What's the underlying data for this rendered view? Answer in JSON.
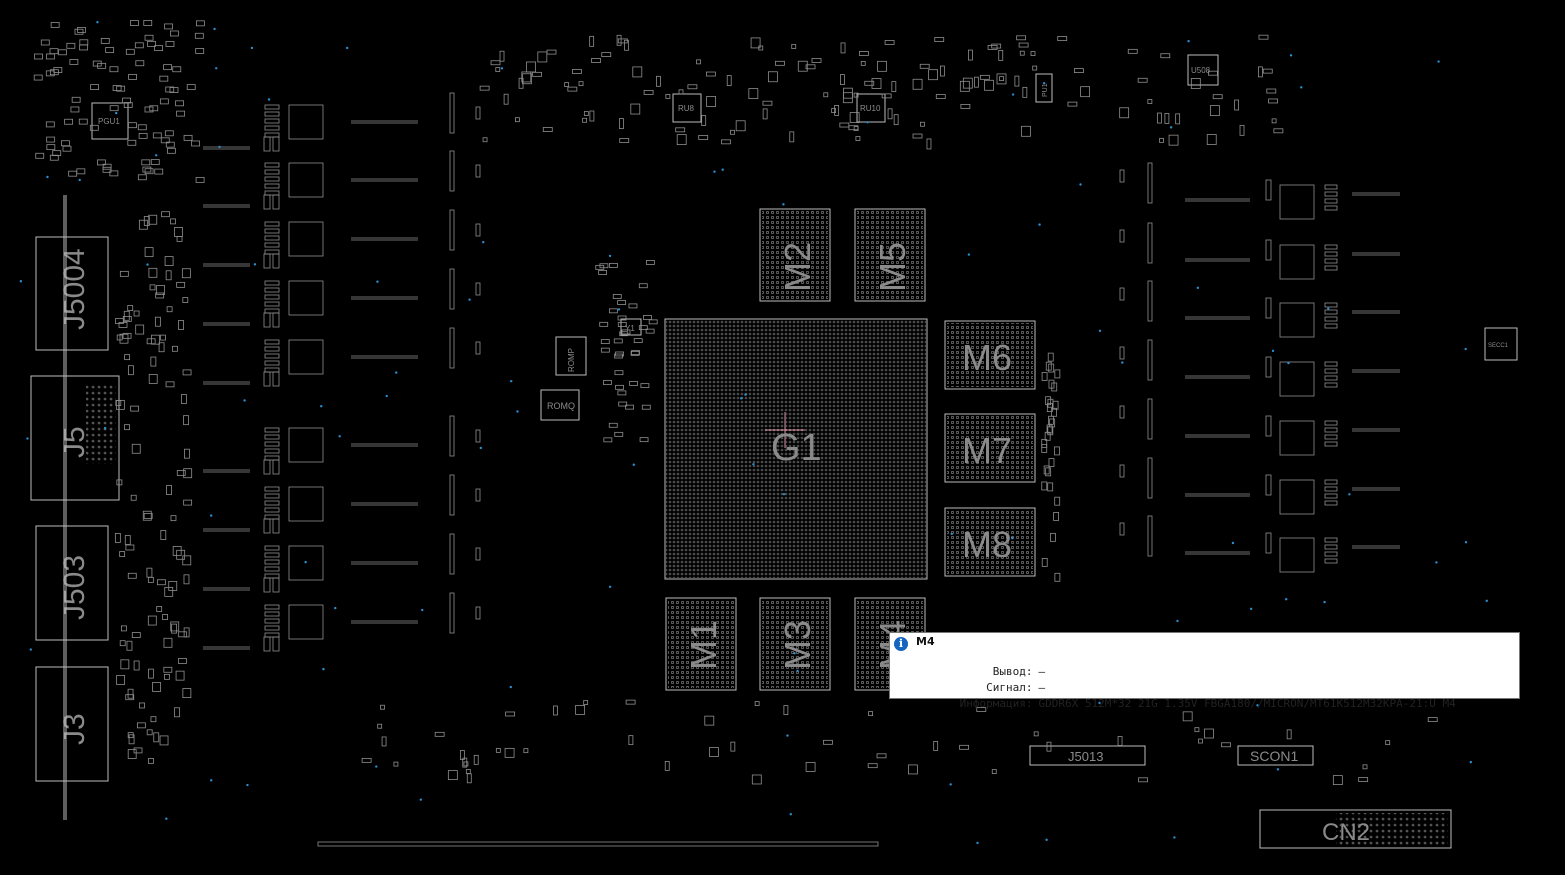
{
  "board": {
    "background": "#000000",
    "outline_color": "#bdbdbd",
    "label_color": "#8a8a8a",
    "via_color": "#2a8fd0",
    "cursor_color": "#d98fa0"
  },
  "components": {
    "gpu": "G1",
    "memory": [
      "M2",
      "M5",
      "M6",
      "M7",
      "M8",
      "M1",
      "M3",
      "M4"
    ],
    "connectors": [
      "J5004",
      "J5",
      "J503",
      "J3",
      "J5013",
      "SCON1",
      "CN2"
    ],
    "parts": [
      "PGU1",
      "RU8",
      "RU10",
      "U508",
      "ROMP",
      "ROMQ",
      "Y1",
      "PU1",
      "SECC1"
    ]
  },
  "tooltip": {
    "icon": "info-icon",
    "title": "M4",
    "rows": [
      {
        "key": "Вывод:",
        "value": "—"
      },
      {
        "key": "Сигнал:",
        "value": "—"
      },
      {
        "key": "Информация:",
        "value": "GDDR6X 512M*32 21G 1.35V FBGA180//MICRON/MT61K512M32KPA-21:U M4"
      }
    ]
  }
}
